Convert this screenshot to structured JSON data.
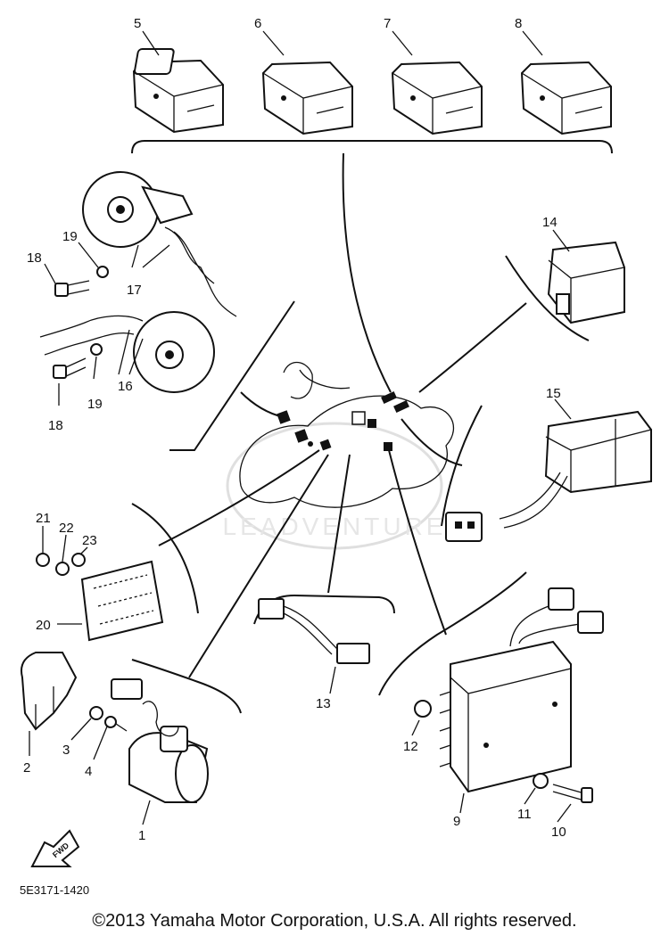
{
  "diagram": {
    "callouts": [
      "1",
      "2",
      "3",
      "4",
      "5",
      "6",
      "7",
      "8",
      "9",
      "10",
      "11",
      "12",
      "13",
      "14",
      "15",
      "16",
      "17",
      "18",
      "18",
      "19",
      "19",
      "20",
      "21",
      "22",
      "23"
    ],
    "part_code": "5E3171-1420",
    "fwd_label": "FWD",
    "watermark": "LEADVENTURE",
    "copyright": "©2013 Yamaha Motor Corporation, U.S.A. All rights reserved."
  }
}
